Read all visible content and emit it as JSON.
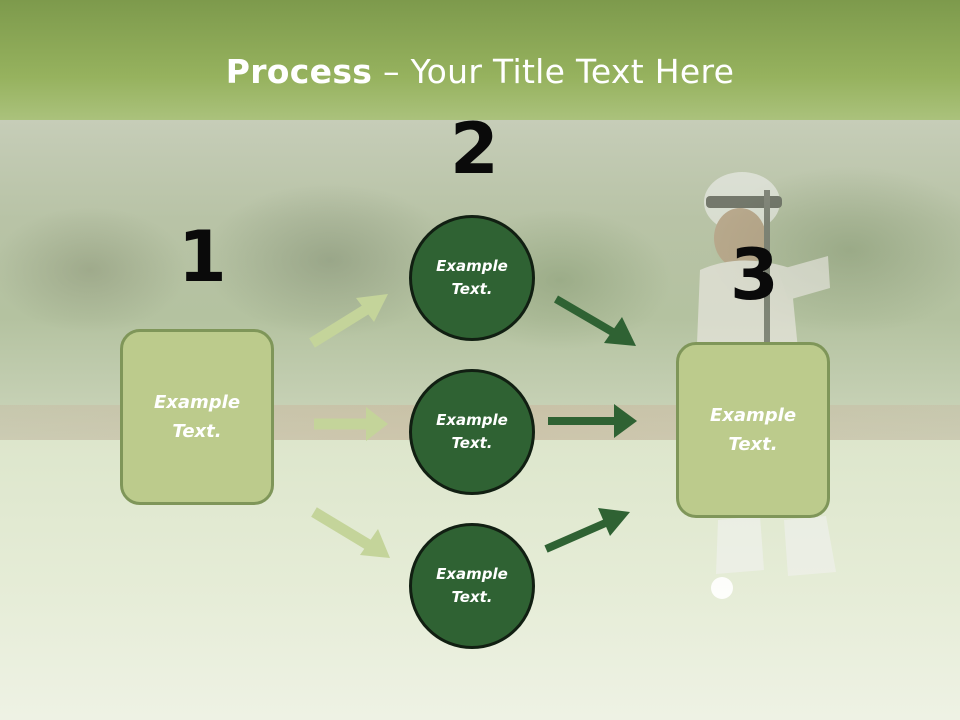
{
  "title": {
    "bold": "Process",
    "rest": " – Your Title Text Here"
  },
  "steps": {
    "one": "1",
    "two": "2",
    "three": "3"
  },
  "nodes": {
    "left_box": "Example\nText.",
    "circle_top": "Example\nText.",
    "circle_middle": "Example\nText.",
    "circle_bottom": "Example\nText.",
    "right_box": "Example\nText."
  },
  "colors": {
    "box_fill": "#bccb8c",
    "box_border": "#7f9659",
    "circle_fill": "#2f6233",
    "circle_border": "#111f12",
    "arrow_light": "#c4d49a",
    "arrow_dark": "#2f6233",
    "title_band": "#96b25e"
  }
}
